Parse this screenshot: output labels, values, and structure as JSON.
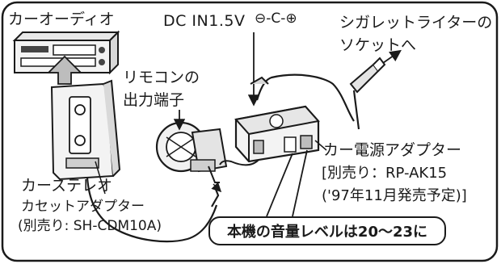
{
  "labels": {
    "car_audio": "カーオーディオ",
    "dc_in": "DC IN1.5V",
    "dc_polarity": "⊖-C-⊕",
    "cigarette_line1": "シガレットライターの",
    "cigarette_line2": "ソケットへ",
    "remote_line1": "リモコンの",
    "remote_line2": "出力端子",
    "power_adapter_line1": "カー電源アダプター",
    "power_adapter_line2": "[別売り：RP-AK15",
    "power_adapter_line3": "('97年11月発売予定)]",
    "car_stereo_line1": "カーステレオ",
    "car_stereo_line2": "カセットアダプター",
    "car_stereo_line3": "(別売り: SH-CDM10A)"
  },
  "callout": {
    "text": "本機の音量レベルは20～23に"
  }
}
